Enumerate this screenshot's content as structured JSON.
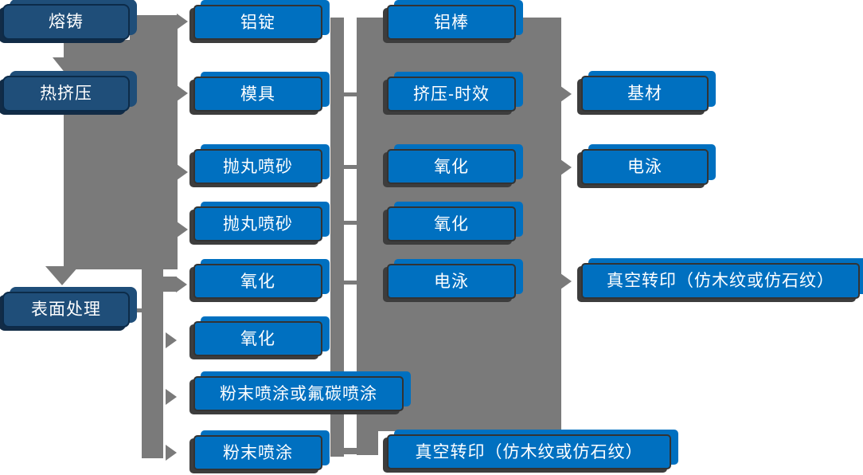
{
  "colors": {
    "dark_blue": "#1F4E79",
    "blue": "#0070C0",
    "gray": "#7A7A7A",
    "text": "#FFFFFF"
  },
  "nodes": {
    "melting_casting": {
      "label": "熔铸"
    },
    "hot_extrusion": {
      "label": "热挤压"
    },
    "surface_treatment": {
      "label": "表面处理"
    },
    "aluminum_ingot": {
      "label": "铝锭"
    },
    "mold": {
      "label": "模具"
    },
    "shot_blasting_1": {
      "label": "抛丸喷砂"
    },
    "shot_blasting_2": {
      "label": "抛丸喷砂"
    },
    "oxidation_1": {
      "label": "氧化"
    },
    "oxidation_2": {
      "label": "氧化"
    },
    "powder_or_fluorocarbon_coating": {
      "label": "粉末喷涂或氟碳喷涂"
    },
    "powder_coating": {
      "label": "粉末喷涂"
    },
    "aluminum_rod": {
      "label": "铝棒"
    },
    "extrusion_aging": {
      "label": "挤压-时效"
    },
    "oxidation_3": {
      "label": "氧化"
    },
    "oxidation_4": {
      "label": "氧化"
    },
    "electrophoresis_1": {
      "label": "电泳"
    },
    "vacuum_transfer_1": {
      "label": "真空转印（仿木纹或仿石纹）"
    },
    "base_material": {
      "label": "基材"
    },
    "electrophoresis_2": {
      "label": "电泳"
    },
    "vacuum_transfer_2": {
      "label": "真空转印（仿木纹或仿石纹）"
    }
  }
}
